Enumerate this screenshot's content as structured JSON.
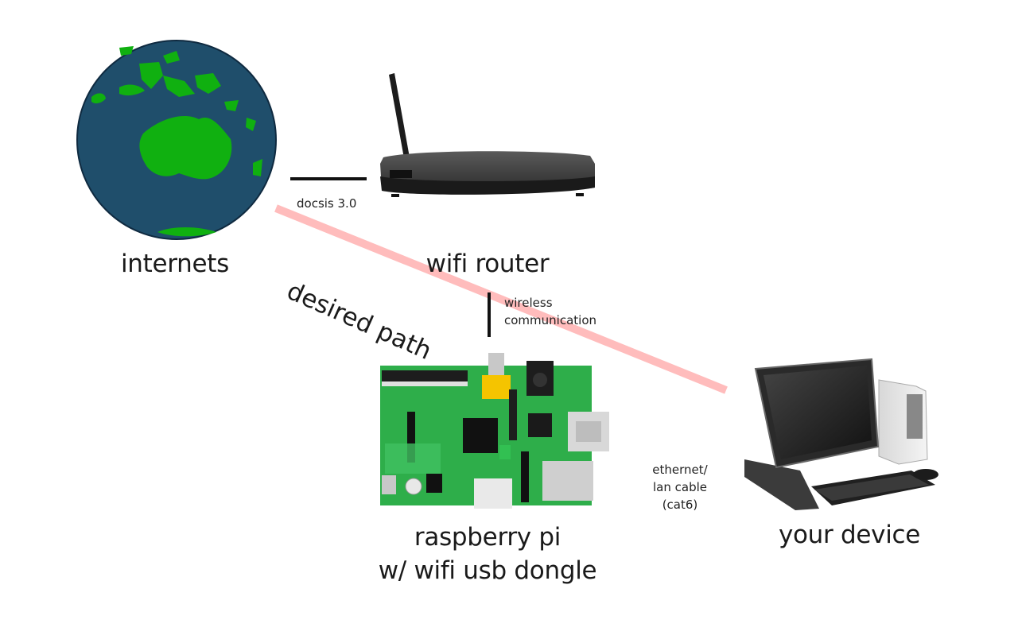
{
  "nodes": {
    "internet": {
      "label": "internets"
    },
    "router": {
      "label": "wifi router"
    },
    "pi": {
      "label_line1": "raspberry pi",
      "label_line2": "w/ wifi usb dongle"
    },
    "device": {
      "label": "your device"
    }
  },
  "links": {
    "internet_router": {
      "label": "docsis 3.0"
    },
    "router_pi": {
      "label_line1": "wireless",
      "label_line2": "communication"
    },
    "pi_device": {
      "label_line1": "ethernet/",
      "label_line2": "lan cable",
      "label_line3": "(cat6)"
    }
  },
  "desired_path": {
    "label": "desired path"
  },
  "colors": {
    "ocean": "#1f4e6b",
    "land": "#10b010",
    "desired_path": "#ffbcbc",
    "pcb": "#2eae4a",
    "ethernet_start": "#556b5e",
    "ethernet_end": "#0a0f5e"
  }
}
